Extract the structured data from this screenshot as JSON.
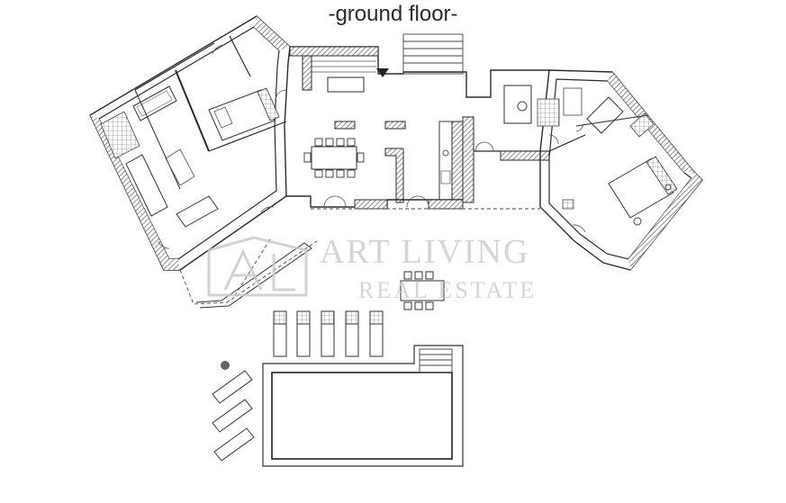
{
  "plan": {
    "title": "-ground floor-"
  },
  "watermark": {
    "logo_letters": "AL",
    "brand": "ART LIVING",
    "tagline": "REAL ESTATE"
  },
  "colors": {
    "wall": "#2b2b2b",
    "hatch": "#8a8a8a",
    "line": "#3a3a3a",
    "watermark": "#c8c8c8"
  }
}
